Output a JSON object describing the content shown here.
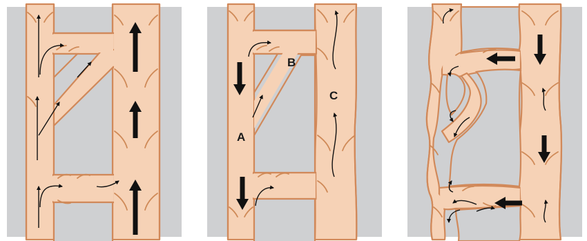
{
  "panels": [
    {
      "id": "panel-1",
      "labels": []
    },
    {
      "id": "panel-2",
      "labels": [
        "B",
        "A",
        "C"
      ]
    },
    {
      "id": "panel-3",
      "labels": []
    }
  ],
  "colors": {
    "background": "#cfd0d2",
    "vessel_fill": "#f6d2b6",
    "vessel_outline": "#d1895a",
    "arrow": "#111111"
  },
  "icons": [
    "thin-flow-arrow-icon",
    "bold-flow-arrow-icon"
  ]
}
